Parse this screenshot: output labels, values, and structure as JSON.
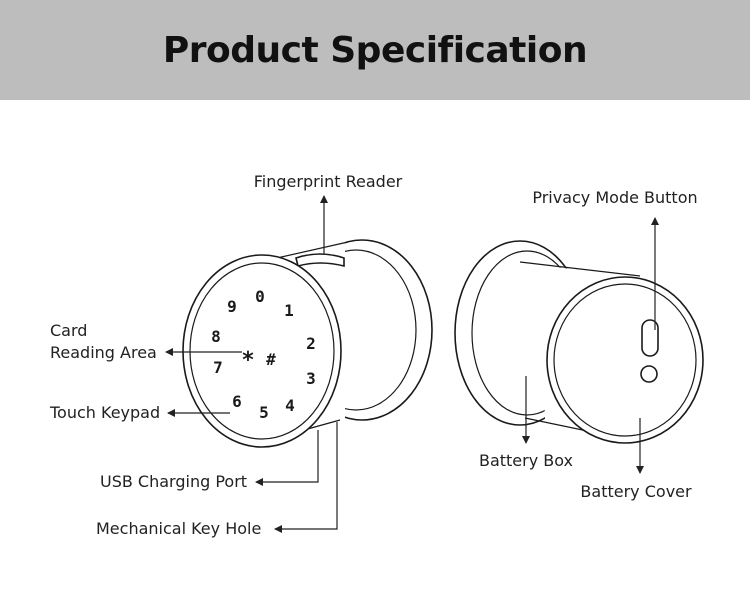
{
  "title": "Product Specification",
  "labels": {
    "fingerprint_reader": "Fingerprint Reader",
    "card_line1": "Card",
    "card_line2": "Reading Area",
    "touch_keypad": "Touch Keypad",
    "usb_port": "USB Charging Port",
    "key_hole": "Mechanical Key Hole",
    "privacy_button": "Privacy Mode Button",
    "battery_box": "Battery Box",
    "battery_cover": "Battery Cover"
  },
  "keypad": {
    "digits": [
      "0",
      "1",
      "2",
      "3",
      "4",
      "5",
      "6",
      "7",
      "8",
      "9"
    ],
    "star": "*",
    "hash": "#"
  }
}
